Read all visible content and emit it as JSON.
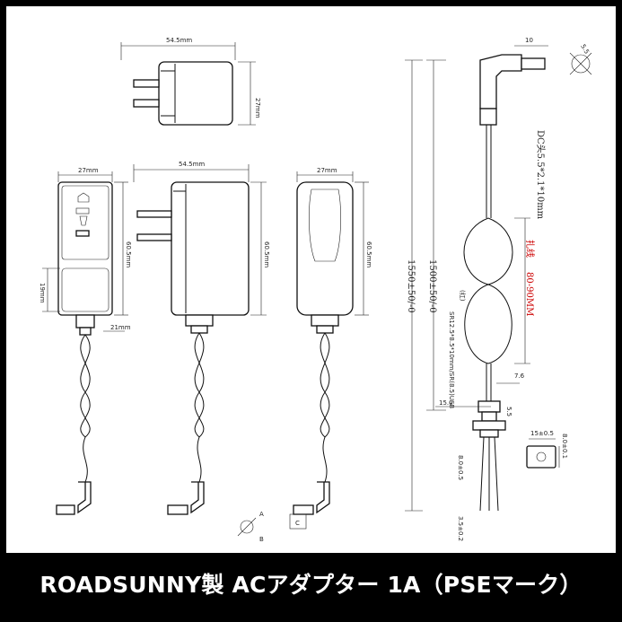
{
  "caption": "ROADSUNNY製 ACアダプター 1A（PSEマーク）",
  "dimensions": {
    "top_width": "54.5mm",
    "top_height": "27mm",
    "front_width": "27mm",
    "front_height": "60.5mm",
    "front_window": "19mm",
    "front_bottom": "21mm",
    "side_width": "54.5mm",
    "side_height": "60.5mm",
    "back_width": "27mm",
    "back_height": "60.5mm",
    "plug_length": "10",
    "plug_angle": "5.5",
    "cable_total": "1550±50/-0",
    "cable_length": "1500±50/-0",
    "dc_spec": "DC头5.5*2.1*10mm",
    "knot_length": "80-90MM",
    "knot_note": "扎线",
    "wire_spec": "SR12.5*8.5*10mm/SR(8.5)USB",
    "wire_note": "(红)",
    "d76": "7.6",
    "d150": "15.0",
    "d55": "5.5",
    "d15": "15±0.5",
    "d8": "8.0±0.1",
    "d80": "8.0±0.5",
    "d35": "3.5±0.2",
    "marker_a": "A",
    "marker_b": "B",
    "marker_c": "C"
  }
}
